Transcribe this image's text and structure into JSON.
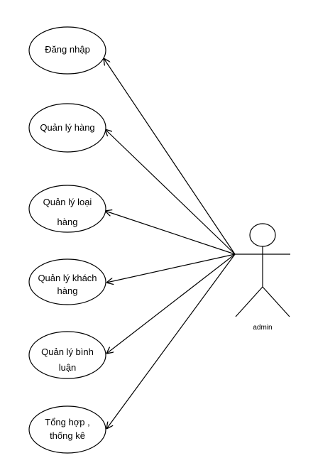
{
  "actor": {
    "name": "admin"
  },
  "use_cases": [
    {
      "lines": [
        "Đăng nhập"
      ]
    },
    {
      "lines": [
        "Quản lý hàng"
      ]
    },
    {
      "lines": [
        "Quản lý loại",
        "hàng"
      ]
    },
    {
      "lines": [
        "Quản lý khách",
        "hàng"
      ]
    },
    {
      "lines": [
        "Quản lý bình",
        "luận"
      ]
    },
    {
      "lines": [
        "Tổng hợp ,",
        "thống kê"
      ]
    }
  ]
}
